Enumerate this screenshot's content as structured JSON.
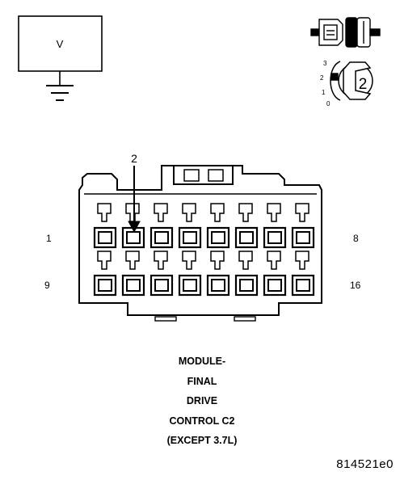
{
  "meter": {
    "symbol": "V"
  },
  "connector_icon": {
    "position_numbers": [
      "3",
      "2",
      "1",
      "0"
    ],
    "key_number": "2"
  },
  "connector": {
    "probe_label": "2",
    "pin_labels": {
      "top_left": "1",
      "top_right": "8",
      "bottom_left": "9",
      "bottom_right": "16"
    },
    "columns": 8,
    "rows": 2
  },
  "caption": {
    "lines": [
      "MODULE-",
      "FINAL",
      "DRIVE",
      "CONTROL C2",
      "(EXCEPT 3.7L)"
    ]
  },
  "figure_id": "814521e0"
}
